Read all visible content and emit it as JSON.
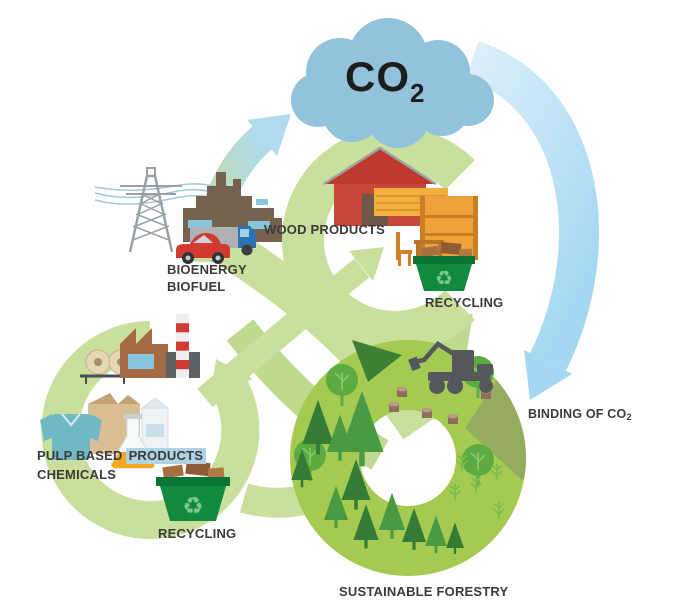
{
  "cloud": {
    "text": "CO",
    "subscript": "2"
  },
  "nodes": {
    "wood_products": {
      "label": "WOOD PRODUCTS"
    },
    "recycling_wood": {
      "label": "RECYCLING"
    },
    "bioenergy": {
      "label_line1": "BIOENERGY",
      "label_line2": "BIOFUEL"
    },
    "pulp": {
      "label_line1_prefix": "PULP BASED",
      "label_line1_highlighted": "PRODUCTS",
      "label_line2": "CHEMICALS"
    },
    "recycling_pulp": {
      "label": "RECYCLING"
    },
    "sustainable_forestry": {
      "label": "SUSTAINABLE FORESTRY"
    },
    "binding": {
      "label": "BINDING OF CO",
      "subscript": "2"
    }
  },
  "icons": {
    "recycle_glyph": "♻",
    "names": [
      "co2-cloud",
      "co2-binding-arrow",
      "emissions-to-atmosphere-arrow",
      "green-cycle-arrows",
      "barn-icon",
      "lumber-stack-icon",
      "recycling-bin-icon",
      "power-pylon-icon",
      "power-lines",
      "bioenergy-plant-icon",
      "truck-icon",
      "car-icon",
      "pulp-mill-icon",
      "paper-rolls-icon",
      "shirt-icon",
      "box-icon",
      "flask-icon",
      "carton-icon",
      "forestry-ring",
      "pine-tree-icon",
      "round-tree-icon",
      "sapling-icon",
      "stump-icon",
      "harvester-icon"
    ]
  },
  "palette": {
    "cloud_blue": "#93C2DD",
    "arrow_green": "#C8E09B",
    "blue_arrow": "#A5D7F2",
    "ring_green": "#A4CA52",
    "pine_green": "#4A9943",
    "pine_dark": "#347B35",
    "round_tree_green": "#5CAB41",
    "bin_green": "#11893F",
    "bin_green_dark": "#0A7335",
    "barn_red": "#C8473B",
    "lumber_orange": "#EFA23B",
    "biofactory_brown": "#77624F",
    "pulp_brown": "#A56B44",
    "truck_blue": "#2E72B5",
    "car_red": "#D23A30",
    "machine_gray": "#54585C",
    "stump_brown": "#8D6E5D",
    "window_blue": "#86C5DC",
    "highlight_blue": "#AFD3E4",
    "shirt_teal": "#6FB9C7",
    "flask_orange": "#F5A81C",
    "chimney_red": "#D23B33",
    "wood_scrap_brown": "#A5703F",
    "shadow_olive": "#8FA065",
    "text_dark": "#3B3B3B"
  }
}
